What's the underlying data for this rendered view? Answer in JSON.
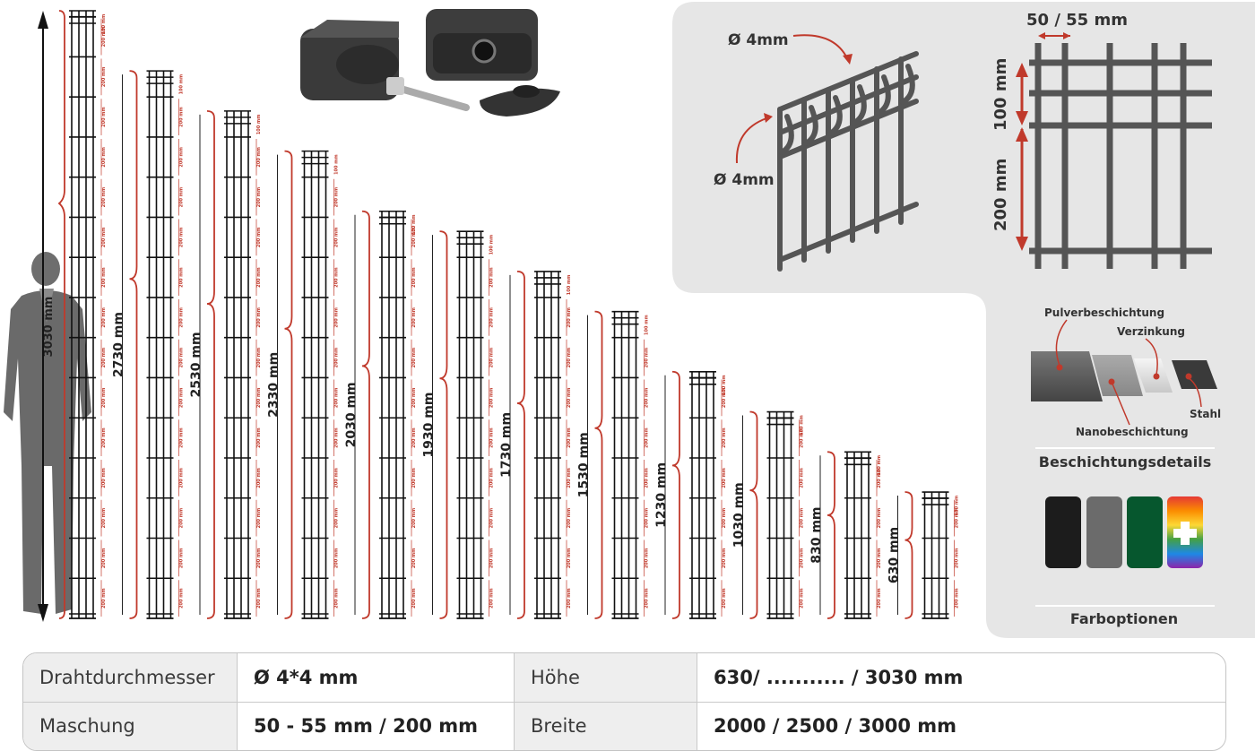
{
  "panels": [
    {
      "height": 3030,
      "label": "3030 mm"
    },
    {
      "height": 2730,
      "label": "2730 mm"
    },
    {
      "height": 2530,
      "label": "2530 mm"
    },
    {
      "height": 2330,
      "label": "2330 mm"
    },
    {
      "height": 2030,
      "label": "2030 mm"
    },
    {
      "height": 1930,
      "label": "1930 mm"
    },
    {
      "height": 1730,
      "label": "1730 mm"
    },
    {
      "height": 1530,
      "label": "1530 mm"
    },
    {
      "height": 1230,
      "label": "1230 mm"
    },
    {
      "height": 1030,
      "label": "1030 mm"
    },
    {
      "height": 830,
      "label": "830 mm"
    },
    {
      "height": 630,
      "label": "630 mm"
    }
  ],
  "mesh_labels": {
    "large": "200 mm",
    "small": "100 mm"
  },
  "wire_detail": {
    "diameter_top": "Ø 4mm",
    "diameter_side": "Ø 4mm"
  },
  "mesh_detail": {
    "width": "50 / 55 mm",
    "small_height": "100 mm",
    "large_height": "200 mm"
  },
  "coating": {
    "layers": [
      "Pulverbeschichtung",
      "Verzinkung",
      "Nanobeschichtung",
      "Stahl"
    ],
    "title": "Beschichtungsdetails"
  },
  "colors": {
    "title": "Farboptionen",
    "swatches": [
      "#1c1c1c",
      "#6b6b6b",
      "#06572e",
      "rainbow"
    ]
  },
  "specs": [
    {
      "label": "Drahtdurchmesser",
      "value": "Ø 4*4 mm",
      "label2": "Höhe",
      "value2": "630/ ........... / 3030 mm"
    },
    {
      "label": "Maschung",
      "value": "50 - 55 mm / 200 mm",
      "label2": "Breite",
      "value2": "2000 / 2500 / 3000 mm"
    }
  ],
  "accent": "#c0392b",
  "wire_color": "#111111",
  "panel_bg": "#e6e6e6"
}
